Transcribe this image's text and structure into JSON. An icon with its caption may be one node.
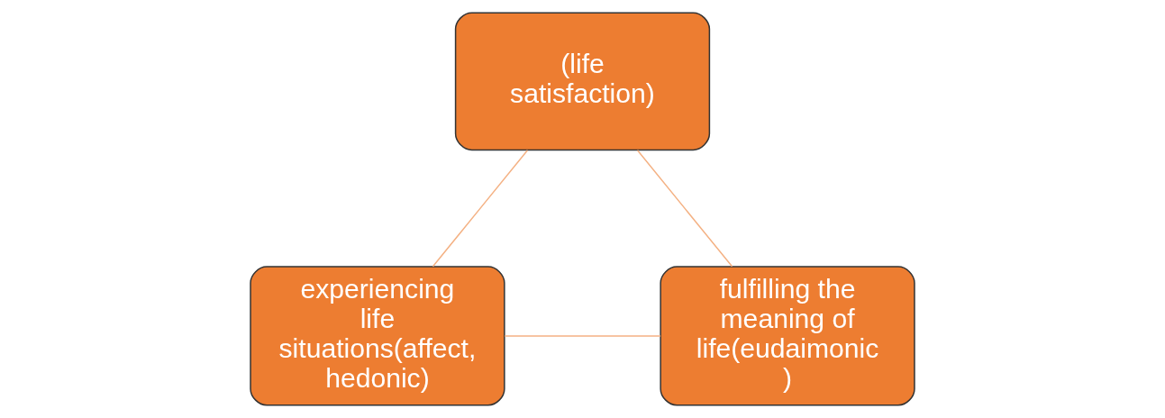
{
  "diagram": {
    "nodes": [
      {
        "text": [
          "(life satisfaction)"
        ]
      },
      {
        "text": [
          "fulfilling the meaning of life(eudaimonic )"
        ]
      },
      {
        "text": [
          "experiencing life situations(affect, hedonic)"
        ]
      }
    ],
    "edges": [
      {
        "from": 0,
        "to": 2,
        "arrow": "none"
      },
      {
        "from": 2,
        "to": 1,
        "arrow": "none"
      },
      {
        "from": 1,
        "to": 0,
        "arrow": "none"
      }
    ]
  }
}
